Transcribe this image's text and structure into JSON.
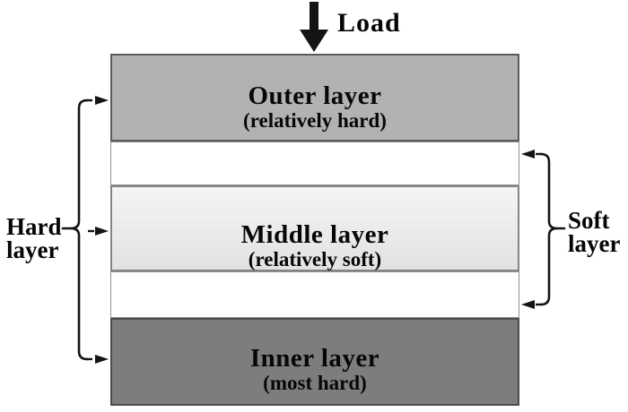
{
  "figure": {
    "load_label": "Load",
    "left_bracket_label": {
      "line1": "Hard",
      "line2": "layer"
    },
    "right_bracket_label": {
      "line1": "Soft",
      "line2": "layer"
    },
    "layers": [
      {
        "id": "outer-layer",
        "title": "Outer layer",
        "subtitle": "(relatively hard)",
        "type": "hard",
        "fill": "#b2b2b2"
      },
      {
        "id": "soft-gap-top",
        "title": "",
        "subtitle": "",
        "type": "soft",
        "fill": "#ffffff"
      },
      {
        "id": "middle-layer",
        "title": "Middle layer",
        "subtitle": "(relatively soft)",
        "type": "hard",
        "fill": "#ececec"
      },
      {
        "id": "soft-gap-bottom",
        "title": "",
        "subtitle": "",
        "type": "soft",
        "fill": "#ffffff"
      },
      {
        "id": "inner-layer",
        "title": "Inner layer",
        "subtitle": "(most hard)",
        "type": "hard",
        "fill": "#7d7d7d"
      }
    ],
    "icons": {
      "load_arrow": "down-arrow-icon",
      "hard_bracket_arrows": "right-arrow-icon",
      "soft_bracket_arrows": "left-arrow-icon"
    },
    "colors": {
      "outer_fill": "#b2b2b2",
      "middle_fill": "#ececec",
      "inner_fill": "#7d7d7d",
      "gap_fill": "#ffffff",
      "line": "#141414",
      "text": "#070707",
      "background": "#ffffff"
    }
  }
}
